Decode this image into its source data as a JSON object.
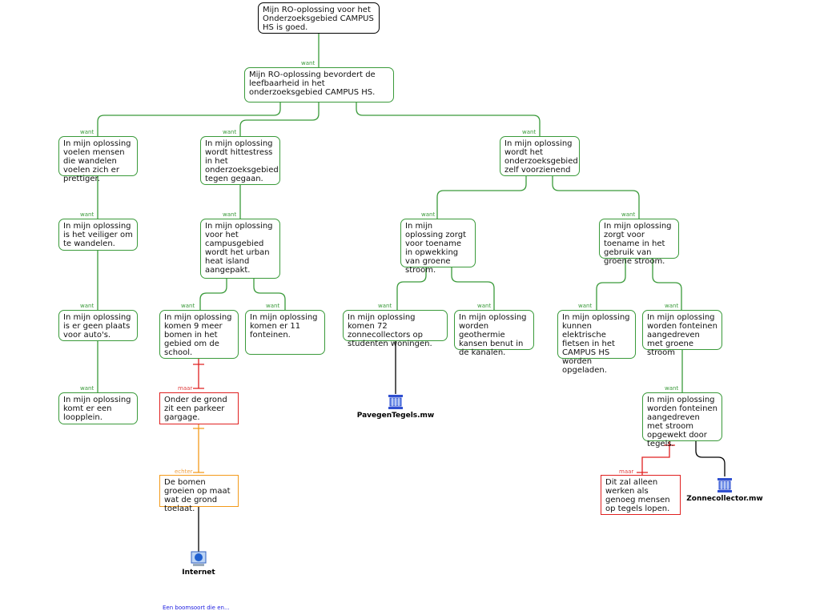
{
  "nodes": {
    "root": "Mijn RO-oplossing voor het Onderzoeksgebied CAMPUS HS is goed.",
    "n1": "Mijn RO-oplossing bevordert de leefbaarheid in het onderzoeksgebied CAMPUS HS.",
    "a": "In mijn oplossing voelen mensen die wandelen voelen zich er prettiger.",
    "a2": "In mijn oplossing is het veiliger om te wandelen.",
    "a3": "In mijn oplossing is er geen plaats voor auto's.",
    "a4": "In mijn oplossing komt er een loopplein.",
    "b": "In mijn oplossing wordt hittestress in het onderzoeksgebied tegen gegaan.",
    "b2": "In mijn oplossing voor het campusgebied wordt het urban heat island aangepakt.",
    "b3": "In mijn oplossing komen 9 meer bomen in het gebied om de school.",
    "b4": "In mijn oplossing komen er 11 fonteinen.",
    "r1": "Onder de grond zit een parkeer gargage.",
    "o1": "De bomen groeien op maat wat de grond toelaat.",
    "c": "In mijn oplossing wordt het onderzoeksgebied zelf voorzienend",
    "c1": "In mijn oplossing zorgt voor toename in opwekking van groene stroom.",
    "c2": "In mijn oplossing zorgt voor toename in het gebruik van groene stroom.",
    "c1a": "In mijn oplossing komen 72 zonnecollectors op studenten woningen.",
    "c1b": "In mijn oplossing worden geothermie kansen benut in de kanalen.",
    "c2a": "In mijn oplossing kunnen elektrische fietsen in het CAMPUS HS worden opgeladen.",
    "c2b": "In mijn oplossing worden fonteinen aangedreven met groene stroom",
    "c2b2": "In mijn oplossing worden fonteinen aangedreven met stroom opgewekt door tegels.",
    "r2": "Dit zal alleen werken als genoeg mensen op tegels lopen."
  },
  "labels": {
    "want": "want",
    "maar": "maar",
    "echter": "echter"
  },
  "resources": {
    "internet": "Internet",
    "pavegen": "PavegenTegels.mw",
    "zonne": "Zonnecollector.mw"
  },
  "footer_link": "Een boomsoort die en..."
}
